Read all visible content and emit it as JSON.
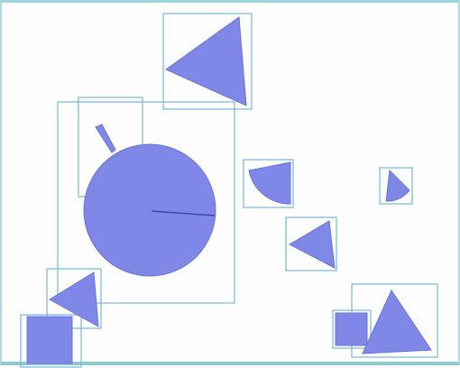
{
  "scene": {
    "background_color": "#fdfdfe",
    "frame_color": "#9fd6dc",
    "shape_fill_color": "#7f88e6",
    "box_stroke_color": "#7ab7d4",
    "objects": [
      {
        "name": "large-triangle",
        "shape": "triangle"
      },
      {
        "name": "large-circle",
        "shape": "circle"
      },
      {
        "name": "small-wedge",
        "shape": "wedge"
      },
      {
        "name": "quarter-circle",
        "shape": "wedge"
      },
      {
        "name": "small-pie-wedge",
        "shape": "wedge"
      },
      {
        "name": "mid-triangle",
        "shape": "triangle"
      },
      {
        "name": "left-triangle",
        "shape": "triangle"
      },
      {
        "name": "bottom-left-square",
        "shape": "square"
      },
      {
        "name": "bottom-right-square",
        "shape": "square"
      },
      {
        "name": "bottom-right-triangle",
        "shape": "triangle"
      }
    ]
  }
}
